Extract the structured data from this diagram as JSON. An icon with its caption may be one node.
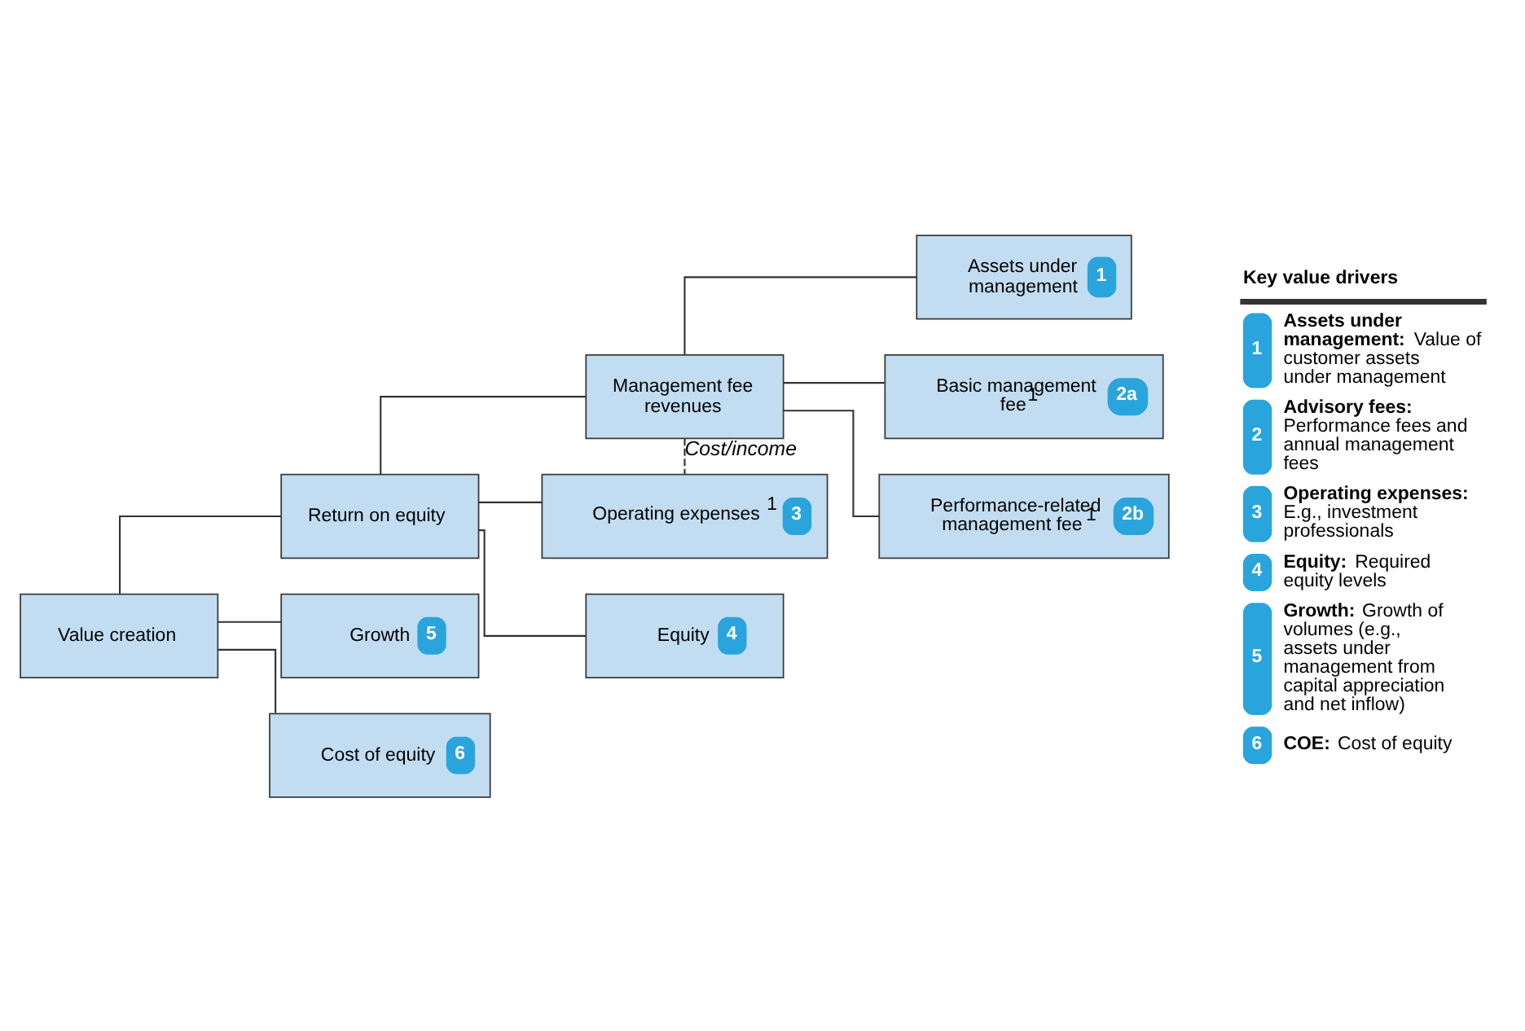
{
  "diagram": {
    "nodes": [
      {
        "text": [
          "Value creation"
        ]
      },
      {
        "text": [
          "Return on equity"
        ]
      },
      {
        "text": [
          "Growth",
          "5"
        ]
      },
      {
        "text": [
          "Cost of equity",
          "6"
        ]
      },
      {
        "text": [
          "Management fee revenues"
        ]
      },
      {
        "text": [
          "Operating expenses$^{1}$",
          "3"
        ]
      },
      {
        "text": [
          "Equity",
          "4"
        ]
      },
      {
        "text": [
          "Assets under management",
          "1"
        ]
      },
      {
        "text": [
          "Basic management fee$^{1}$",
          "2a"
        ]
      },
      {
        "text": [
          "Performance-related management fee$^{1}$",
          "2b"
        ]
      }
    ],
    "edges": [
      {
        "from": 0,
        "to": 1,
        "arrow": "none"
      },
      {
        "from": 0,
        "to": 2,
        "arrow": "none"
      },
      {
        "from": 0,
        "to": 3,
        "arrow": "none"
      },
      {
        "from": 1,
        "to": 4,
        "arrow": "none"
      },
      {
        "from": 1,
        "to": 5,
        "arrow": "none"
      },
      {
        "from": 1,
        "to": 6,
        "arrow": "none"
      },
      {
        "from": 4,
        "to": 7,
        "arrow": "none"
      },
      {
        "from": 4,
        "to": 8,
        "arrow": "none"
      },
      {
        "from": 4,
        "to": 9,
        "arrow": "none"
      },
      {
        "from": 4,
        "to": 5,
        "arrow": "none",
        "label": "Cost/income",
        "style": "dashed"
      }
    ],
    "labels": [
      "Key value drivers",
      "1",
      "**Assets under management:** Value of customer assets under management",
      "2",
      "**Advisory fees:** Performance fees and annual management fees",
      "3",
      "**Operating expenses:** E.g., investment professionals",
      "4",
      "**Equity:** Required equity levels",
      "5",
      "**Growth:** Growth of volumes (e.g., assets under management from capital appreciation and net inflow)",
      "6",
      "**COE:** Cost of equity"
    ]
  }
}
